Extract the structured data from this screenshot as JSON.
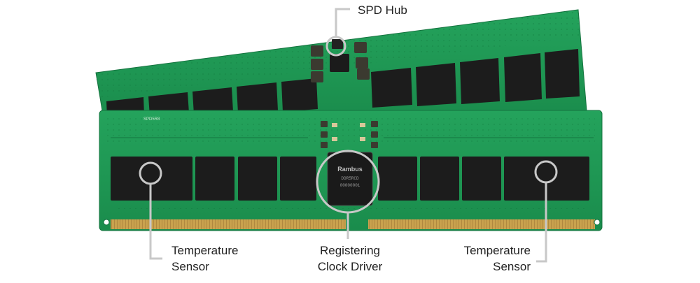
{
  "labels": {
    "spd_hub": "SPD Hub",
    "temp_left": [
      "Temperature",
      "Sensor"
    ],
    "rcd": [
      "Registering",
      "Clock Driver"
    ],
    "temp_right": [
      "Temperature",
      "Sensor"
    ]
  },
  "chip_marking": [
    "Rambus",
    "DDR5RCD",
    "00000001"
  ],
  "pcb_silkscreen": "SPD5R8",
  "colors": {
    "pcb": "#1f9a56",
    "pcb_dark": "#17824a",
    "chip": "#1b1b1b",
    "gold": "#c9a24e",
    "callout": "#c8c8c8",
    "text": "#222222"
  }
}
